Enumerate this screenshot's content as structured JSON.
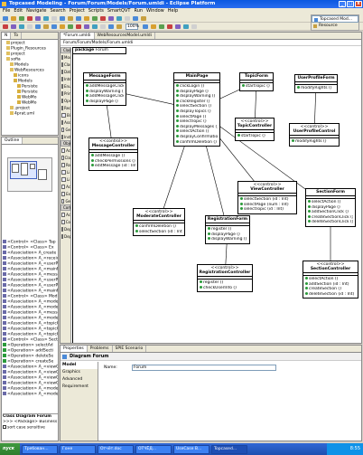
{
  "window": {
    "title": "Topcased Modeling - Forum/Forum/Models/Forum.umldi - Eclipse Platform"
  },
  "menu": [
    "File",
    "Edit",
    "Navigate",
    "Search",
    "Project",
    "Scripts",
    "SmartQVT",
    "Run",
    "Window",
    "Help"
  ],
  "toolbar": {
    "zoom": "100%"
  },
  "perspectives": {
    "topcased": "Topcased Mod...",
    "resource": "Resource"
  },
  "navigator": {
    "tabs": [
      "N",
      "To"
    ],
    "items": [
      {
        "label": "project",
        "indent": 1
      },
      {
        "label": "Plugin_Resources",
        "indent": 1
      },
      {
        "label": "project",
        "indent": 1
      },
      {
        "label": "sofia",
        "indent": 1
      },
      {
        "label": "Models",
        "indent": 2
      },
      {
        "label": "WebResources",
        "indent": 2
      },
      {
        "label": "icons",
        "indent": 3
      },
      {
        "label": "Models",
        "indent": 3
      },
      {
        "label": "Persiste",
        "indent": 4
      },
      {
        "label": "Persiste",
        "indent": 4
      },
      {
        "label": "WebMo",
        "indent": 4
      },
      {
        "label": "WebMo",
        "indent": 4
      },
      {
        "label": ".project",
        "indent": 2
      },
      {
        "label": "4prat.uml",
        "indent": 2
      }
    ]
  },
  "outline": {
    "title": "Outline",
    "items": [
      "<Control> <Class> Tap",
      "<Control> <Class> Ex",
      "<Association> A_create",
      "<Association> A_<receiv",
      "<Association> A_<userPro",
      "<Association> A_<mainFo",
      "<Association> A_<messag",
      "<Association> A_<userPro",
      "<Association> A_<userPro",
      "<Association> A_<mainFor",
      "<Control> <Class> Mod",
      "<Association> A_<moder",
      "<Association> A_<moder",
      "<Association> A_<messag",
      "<Association> A_<moder",
      "<Association> A_<topicCo",
      "<Association> A_<topicCo",
      "<Association> A_<topicCo",
      "<Control> <Class> Sectio",
      "<Operation> selectAd",
      "<Operation> addSecti",
      "<Operation> deleteSe",
      "<Operation> createSe",
      "<Association> A_<viewCo",
      "<Association> A_<viewCo",
      "<Association> A_<viewCo",
      "<Association> A_<viewCo",
      "<Association> A_<moder",
      "<Association> A_<moder"
    ],
    "footer_title": "Class Diagram Forum",
    "footer_items": [
      ">>> <Package> Business",
      "sort case sensitive"
    ]
  },
  "editor": {
    "tabs": [
      "*Forum.umldi",
      "WebResourcesModel.umldi"
    ],
    "breadcrumb": "Forum/Forum/Models/Forum.umldi",
    "package_label": "package",
    "package_name": "Forum",
    "left_palette": [
      "Mou",
      "Class",
      "Data Type",
      "Interface",
      "Enumer",
      "Prim",
      "Ope",
      "Rec",
      "Bi",
      "Ass",
      "Ge",
      "Inst",
      "Ac",
      "Cla",
      "Ro",
      "Li",
      "Li",
      "Ac",
      "Ex",
      "Ge",
      "Ac",
      "Co",
      "Dep",
      "Dep"
    ],
    "palette_headers": [
      "Classes",
      "Objects",
      "Commen"
    ],
    "notes": [
      "Note",
      "Note"
    ]
  },
  "diagram": {
    "classes": [
      {
        "id": "MessageForm",
        "stereotype": "",
        "name": "MessageForm",
        "ops": [
          "addMessageClick ()",
          "displayWarning ()",
          "addMessageClick ()",
          "displayPage ()"
        ]
      },
      {
        "id": "MainPage",
        "stereotype": "",
        "name": "MainPage",
        "ops": [
          "clickLogin ()",
          "displayPage ()",
          "displayWarning ()",
          "clickRegister ()",
          "selectSection ()",
          "displayTopics ()",
          "selectPage ()",
          "selectTopic ()",
          "displayMessages ()",
          "selectAction ()",
          "displayConfirmation ()",
          "confirmDeletion ()"
        ]
      },
      {
        "id": "TopicForm",
        "stereotype": "",
        "name": "TopicForm",
        "ops": [
          "startTopic ()"
        ]
      },
      {
        "id": "UserProfileForm",
        "stereotype": "",
        "name": "UserProfileForm",
        "ops": [
          "modifyRights ()"
        ]
      },
      {
        "id": "TopicController",
        "stereotype": "<<control>>",
        "name": "TopicController",
        "ops": [
          "startTopic ()"
        ]
      },
      {
        "id": "UserProfileControl",
        "stereotype": "<<control>>",
        "name": "UserProfileControl",
        "ops": [
          "modifyRights ()"
        ]
      },
      {
        "id": "MessageController",
        "stereotype": "<<control>>",
        "name": "MessageController",
        "ops": [
          "addMessage ()",
          "checkPermissions ()",
          "editMessage (id : Int)"
        ]
      },
      {
        "id": "ViewController",
        "stereotype": "<<control>>",
        "name": "ViewController",
        "ops": [
          "selectSection (id : Int)",
          "selectPage (num : Int)",
          "selectTopic (id : Int)"
        ]
      },
      {
        "id": "SectionForm",
        "stereotype": "",
        "name": "SectionForm",
        "ops": [
          "selectAction ()",
          "displayPage ()",
          "addSectionClick ()",
          "createSectionClick ()",
          "deleteSectionClick ()"
        ]
      },
      {
        "id": "ModerateController",
        "stereotype": "<<control>>",
        "name": "ModerateController",
        "ops": [
          "confirmDeletion ()",
          "selectSection (id : Int)"
        ]
      },
      {
        "id": "RegistrationForm",
        "stereotype": "",
        "name": "RegistrationForm",
        "ops": [
          "register ()",
          "displayPage ()",
          "displayWarning ()"
        ]
      },
      {
        "id": "RegistrationController",
        "stereotype": "<<control>>",
        "name": "RegistrationController",
        "ops": [
          "register ()",
          "checkUserInfo ()"
        ]
      },
      {
        "id": "SectionController",
        "stereotype": "<<control>>",
        "name": "SectionController",
        "ops": [
          "selectAction ()",
          "addSection (id : Int)",
          "createSection ()",
          "deleteSection (id : Int)"
        ]
      }
    ]
  },
  "properties": {
    "tabs": [
      "Properties",
      "Problems",
      "SPIE Scenario"
    ],
    "title": "Diagram Forum",
    "sections": [
      "Model",
      "Graphics",
      "Advanced",
      "Requirement"
    ],
    "name_label": "Name:",
    "name_value": "Forum"
  },
  "taskbar": {
    "start": "пуск",
    "tasks": [
      "Требован...",
      "Гоне",
      "Отчёт.doc",
      "ОТЧЁД...",
      "UseCase B...",
      "Topcased..."
    ],
    "clock": "8:55"
  },
  "colors": {
    "selection": "#316ac5",
    "xp_blue": "#0a58e0"
  }
}
